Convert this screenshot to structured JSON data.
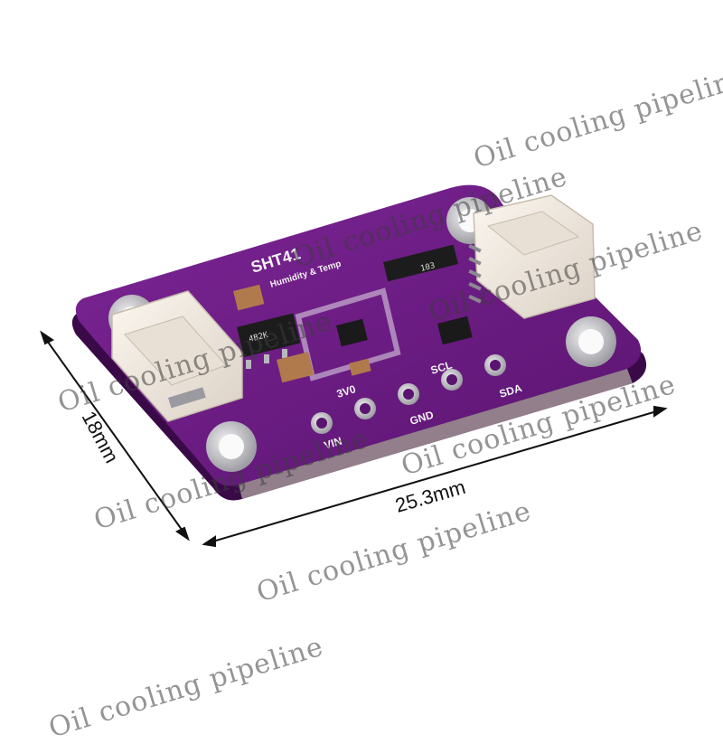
{
  "board": {
    "name": "SHT41",
    "subtitle": "Humidity & Temp",
    "chip_marking": "103",
    "reg_marking": "4B2K",
    "pins": [
      "VIN",
      "3V0",
      "GND",
      "SCL",
      "SDA"
    ],
    "colors": {
      "pcb": "#6a1b7f",
      "pcb_dark": "#4a0f5c",
      "connector": "#f3ece4",
      "pad": "#c9c9cc"
    }
  },
  "dimensions": {
    "width_label": "25.3mm",
    "height_label": "18mm"
  },
  "watermark": {
    "text": "Oil cooling pipeline"
  }
}
